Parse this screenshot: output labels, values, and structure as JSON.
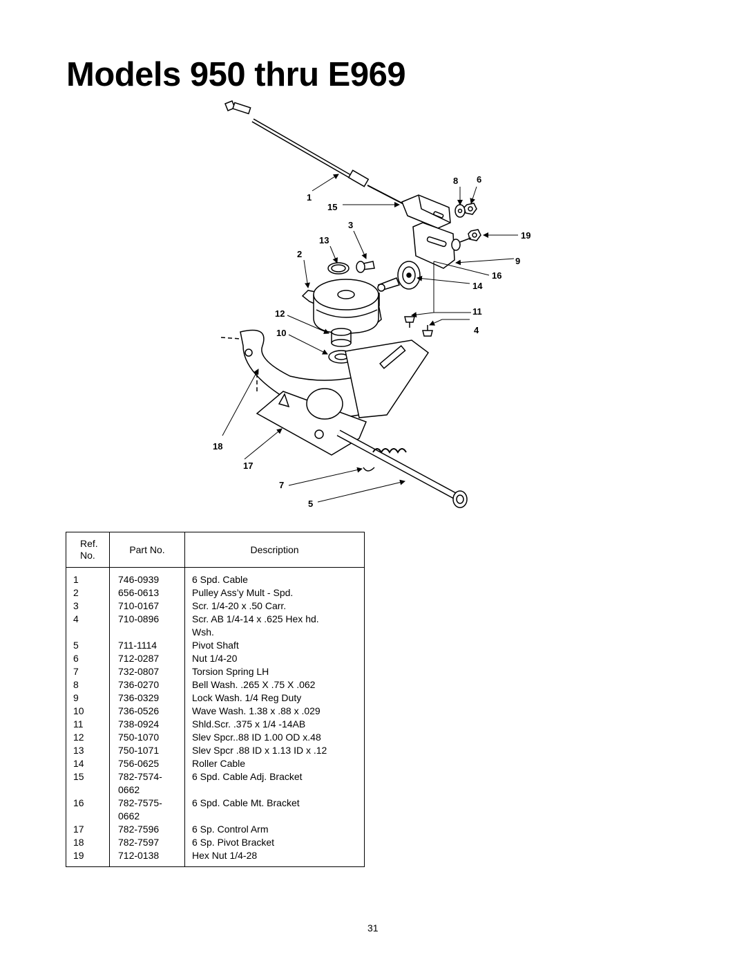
{
  "title": "Models 950 thru E969",
  "callouts": [
    "1",
    "2",
    "3",
    "4",
    "5",
    "6",
    "7",
    "8",
    "9",
    "10",
    "11",
    "12",
    "13",
    "14",
    "15",
    "16",
    "17",
    "18",
    "19"
  ],
  "table": {
    "headers": {
      "ref_line1": "Ref.",
      "ref_line2": "No.",
      "part": "Part No.",
      "desc": "Description"
    },
    "rows": [
      {
        "ref": "1",
        "part": "746-0939",
        "part2": "",
        "desc": "6 Spd. Cable",
        "desc2": ""
      },
      {
        "ref": "2",
        "part": "656-0613",
        "part2": "",
        "desc": "Pulley Ass’y Mult - Spd.",
        "desc2": ""
      },
      {
        "ref": "3",
        "part": "710-0167",
        "part2": "",
        "desc": "Scr. 1/4-20 x .50 Carr.",
        "desc2": ""
      },
      {
        "ref": "4",
        "part": "710-0896",
        "part2": "",
        "desc": "Scr. AB 1/4-14 x .625 Hex hd.",
        "desc2": "Wsh."
      },
      {
        "ref": "5",
        "part": "711-1114",
        "part2": "",
        "desc": "Pivot Shaft",
        "desc2": ""
      },
      {
        "ref": "6",
        "part": "712-0287",
        "part2": "",
        "desc": "Nut 1/4-20",
        "desc2": ""
      },
      {
        "ref": "7",
        "part": "732-0807",
        "part2": "",
        "desc": "Torsion Spring LH",
        "desc2": ""
      },
      {
        "ref": "8",
        "part": "736-0270",
        "part2": "",
        "desc": "Bell Wash. .265 X .75 X .062",
        "desc2": ""
      },
      {
        "ref": "9",
        "part": "736-0329",
        "part2": "",
        "desc": "Lock Wash. 1/4 Reg Duty",
        "desc2": ""
      },
      {
        "ref": "10",
        "part": "736-0526",
        "part2": "",
        "desc": "Wave Wash. 1.38 x .88 x .029",
        "desc2": ""
      },
      {
        "ref": "11",
        "part": "738-0924",
        "part2": "",
        "desc": "Shld.Scr. .375 x 1/4 -14AB",
        "desc2": ""
      },
      {
        "ref": "12",
        "part": "750-1070",
        "part2": "",
        "desc": "Slev Spcr..88 ID 1.00 OD x.48",
        "desc2": ""
      },
      {
        "ref": "13",
        "part": "750-1071",
        "part2": "",
        "desc": "Slev Spcr .88 ID x 1.13 ID x .12",
        "desc2": ""
      },
      {
        "ref": "14",
        "part": "756-0625",
        "part2": "",
        "desc": "Roller Cable",
        "desc2": ""
      },
      {
        "ref": "15",
        "part": "782-7574-",
        "part2": "0662",
        "desc": "6 Spd. Cable Adj. Bracket",
        "desc2": ""
      },
      {
        "ref": "16",
        "part": "782-7575-",
        "part2": "0662",
        "desc": "6 Spd. Cable Mt.  Bracket",
        "desc2": ""
      },
      {
        "ref": "17",
        "part": "782-7596",
        "part2": "",
        "desc": "6 Sp. Control Arm",
        "desc2": ""
      },
      {
        "ref": "18",
        "part": "782-7597",
        "part2": "",
        "desc": "6 Sp. Pivot Bracket",
        "desc2": ""
      },
      {
        "ref": "19",
        "part": "712-0138",
        "part2": "",
        "desc": "Hex Nut 1/4-28",
        "desc2": ""
      }
    ]
  },
  "page_number": "31"
}
